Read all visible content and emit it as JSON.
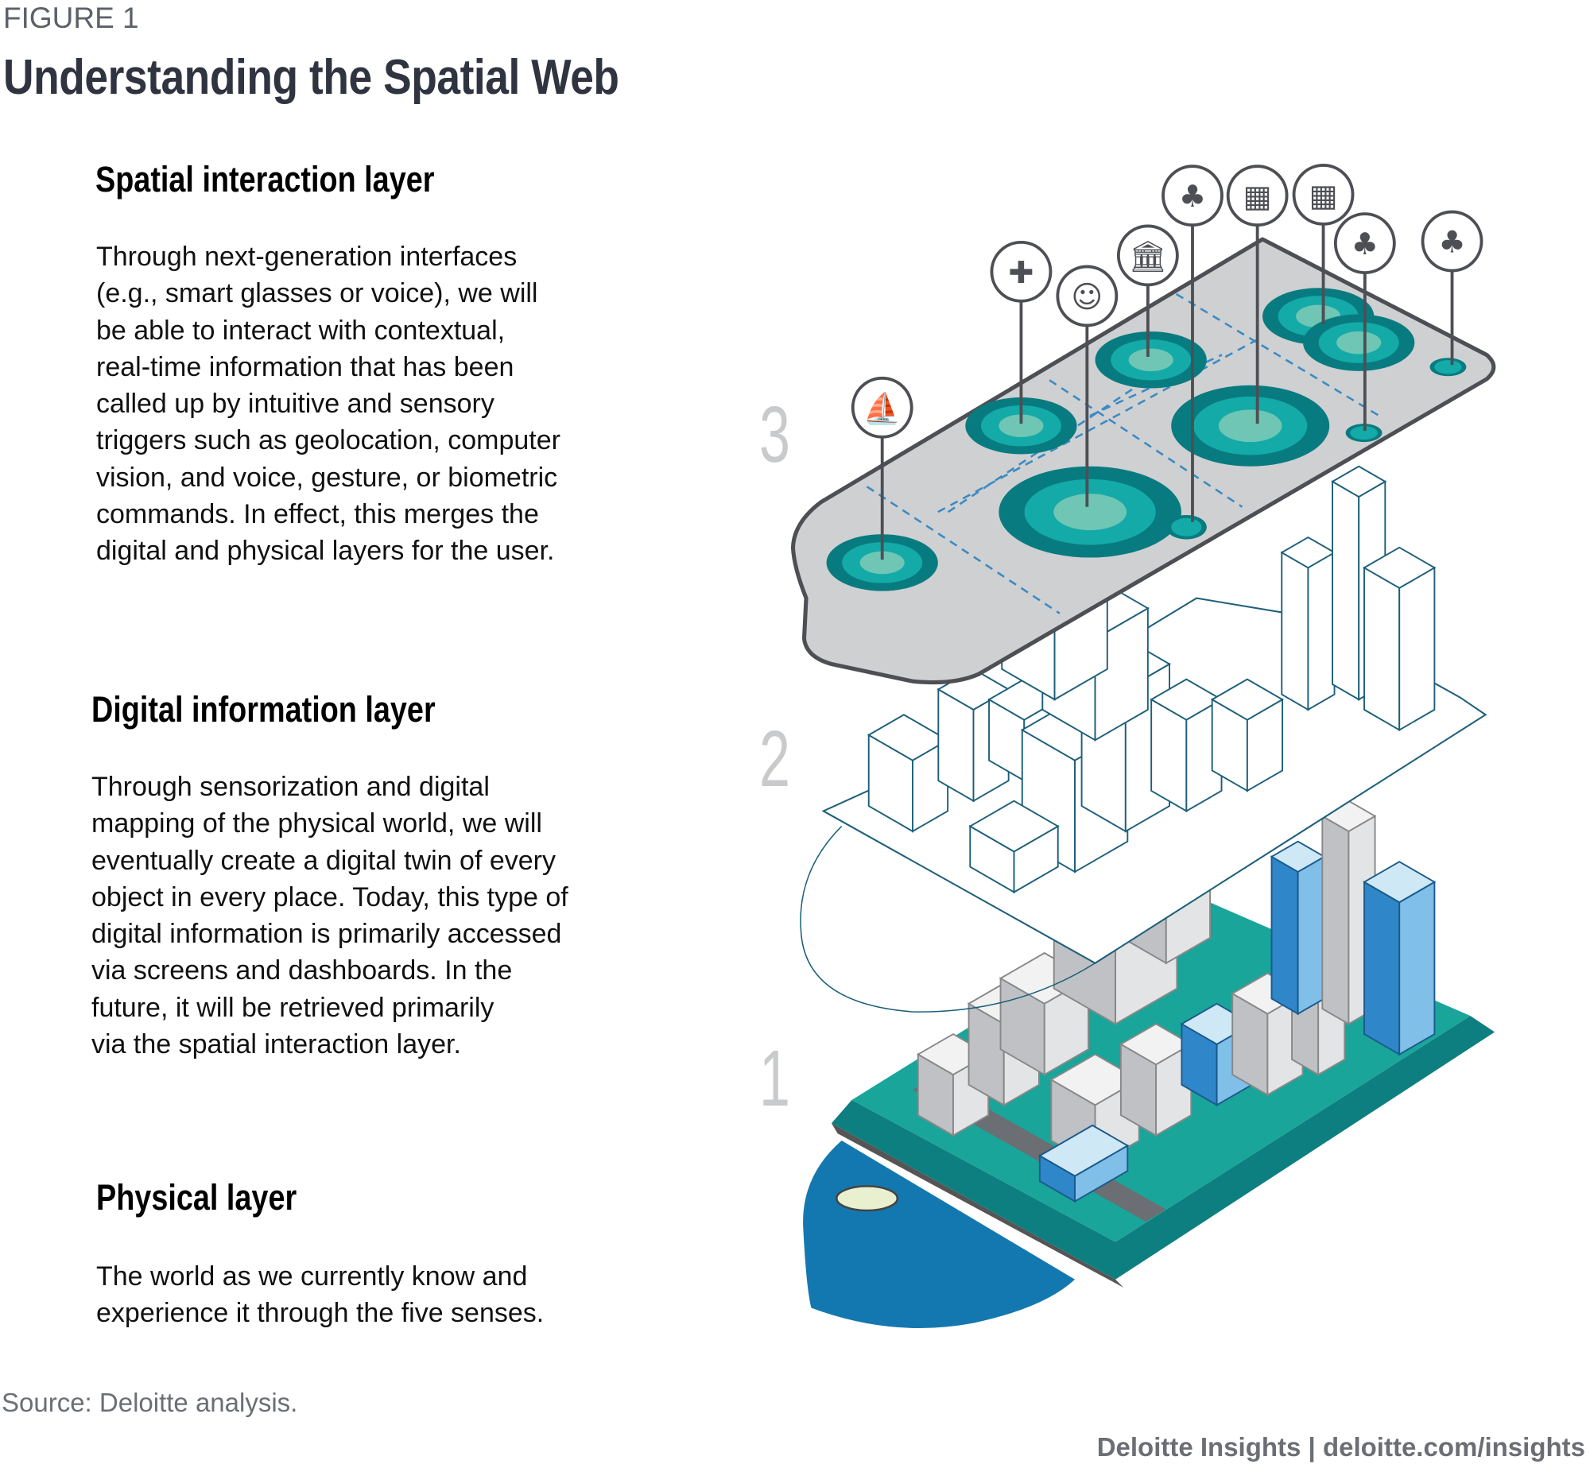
{
  "figure_label": "FIGURE 1",
  "title": "Understanding the Spatial Web",
  "layers": [
    {
      "number": "3",
      "heading": "Spatial interaction layer",
      "lines": [
        "Through next-generation interfaces",
        "(e.g., smart glasses or voice), we will",
        "be able to interact with contextual,",
        "real-time information that has been",
        "called up by intuitive and sensory",
        "triggers such as geolocation, computer",
        "vision, and voice, gesture, or biometric",
        "commands. In effect, this merges the",
        "digital and physical layers for the user."
      ]
    },
    {
      "number": "2",
      "heading": "Digital information layer",
      "lines": [
        "Through sensorization and digital",
        "mapping of the physical world, we will",
        "eventually create a digital twin of every",
        "object in every place. Today, this type of",
        "digital information is primarily accessed",
        "via screens and dashboards. In the",
        "future, it will be retrieved primarily",
        "via the spatial interaction layer."
      ]
    },
    {
      "number": "1",
      "heading": "Physical layer",
      "lines": [
        "The world as we currently know and",
        "experience it through the five senses."
      ]
    }
  ],
  "pins": [
    "boat-icon",
    "medical-cross-icon",
    "person-icon",
    "museum-icon",
    "tree-icon",
    "building-icon",
    "building-icon",
    "tree-icon",
    "tree-icon"
  ],
  "source": "Source: Deloitte analysis.",
  "footer": "Deloitte Insights | deloitte.com/insights",
  "colors": {
    "platform": "#cfd0d1",
    "outline": "#4d4f55",
    "teal_dark": "#087b80",
    "teal_mid": "#14aaa8",
    "teal_light": "#6fc6b5",
    "dash": "#3a8ac4",
    "wire": "#1d5f7a",
    "water": "#1478b0",
    "ground": "#1aa59a"
  }
}
